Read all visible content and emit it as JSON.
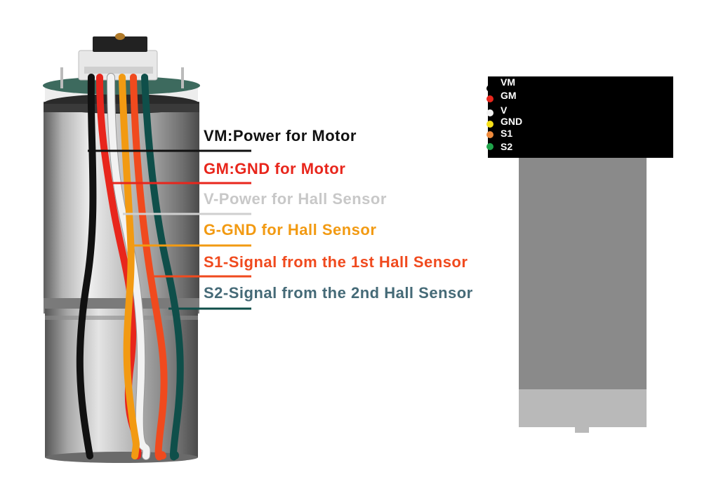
{
  "photo": {
    "wires": [
      {
        "id": "vm",
        "color": "#111111"
      },
      {
        "id": "gm",
        "color": "#e8261c"
      },
      {
        "id": "v",
        "color": "#f2f2f2"
      },
      {
        "id": "g",
        "color": "#f29a12"
      },
      {
        "id": "s1",
        "color": "#f04a1e"
      },
      {
        "id": "s2",
        "color": "#0f4f4a"
      }
    ]
  },
  "callouts": [
    {
      "id": "vm",
      "text": "VM:Power for Motor",
      "color": "#111111",
      "line_color": "#111111"
    },
    {
      "id": "gm",
      "text": "GM:GND for Motor",
      "color": "#e8261c",
      "line_color": "#e8261c"
    },
    {
      "id": "v",
      "text": "V-Power for Hall Sensor",
      "color": "#c8c8c8",
      "line_color": "#cfcfcf"
    },
    {
      "id": "g",
      "text": "G-GND for Hall Sensor",
      "color": "#f29a12",
      "line_color": "#f29a12"
    },
    {
      "id": "s1",
      "text": "S1-Signal from the 1st Hall Sensor",
      "color": "#f04a1e",
      "line_color": "#f04a1e"
    },
    {
      "id": "s2",
      "text": "S2-Signal from the 2nd Hall Sensor",
      "color": "#456a77",
      "line_color": "#0f4f4a"
    }
  ],
  "schematic": {
    "pins": [
      {
        "label": "VM",
        "dot_color": "#000000"
      },
      {
        "label": "GM",
        "dot_color": "#e8261c"
      },
      {
        "label": "V",
        "dot_color": "#f2f2f2"
      },
      {
        "label": "GND",
        "dot_color": "#f7e01a"
      },
      {
        "label": "S1",
        "dot_color": "#ee8a3c"
      },
      {
        "label": "S2",
        "dot_color": "#1fa34a"
      }
    ],
    "header_color": "#000000",
    "body_color": "#8a8a8a",
    "gearbox_color": "#b9b9b9"
  }
}
